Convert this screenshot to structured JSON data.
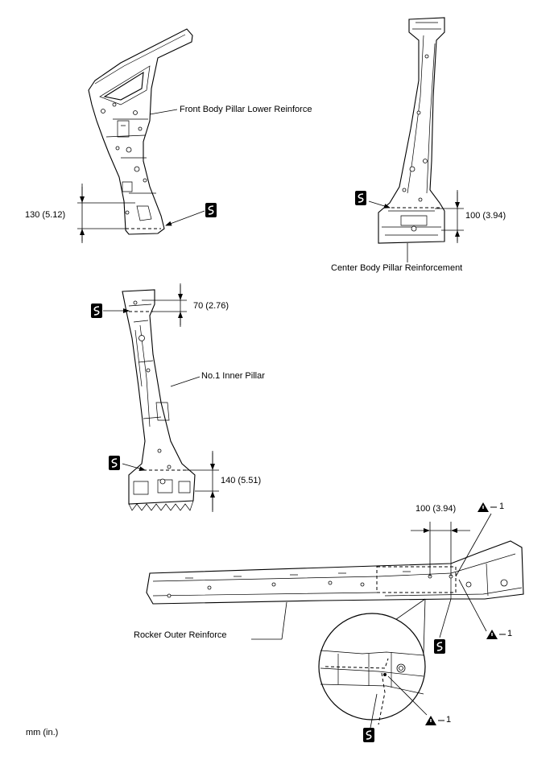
{
  "labels": {
    "front_pillar": "Front Body Pillar Lower Reinforce",
    "center_pillar": "Center Body Pillar Reinforcement",
    "inner_pillar": "No.1 Inner Pillar",
    "rocker": "Rocker Outer Reinforce",
    "units": "mm (in.)"
  },
  "dimensions": {
    "front_pillar": "130 (5.12)",
    "center_pillar": "100 (3.94)",
    "inner_top": "70 (2.76)",
    "inner_bottom": "140 (5.51)",
    "rocker": "100 (3.94)"
  },
  "callouts": {
    "warning_1": "1",
    "warning_2": "1",
    "warning_3": "1"
  }
}
